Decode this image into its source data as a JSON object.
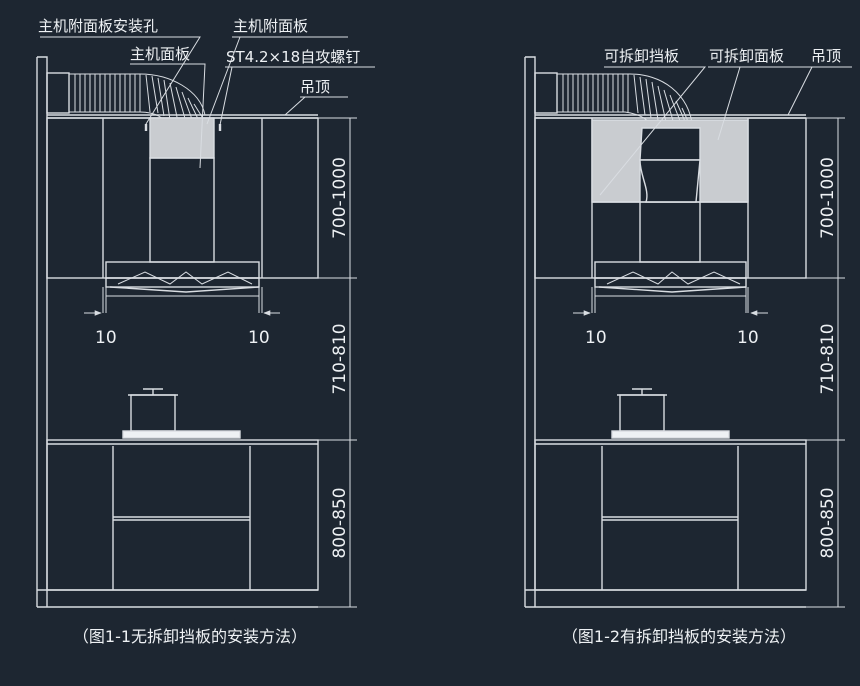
{
  "colors": {
    "background": "#1d2631",
    "line": "#d9dde2",
    "panel_fill": "#c9ccd0",
    "text": "#eef1f4"
  },
  "diagram1": {
    "labels": {
      "mount_hole": "主机附面板安装孔",
      "main_panel": "主机面板",
      "aux_panel": "主机附面板",
      "screw": "ST4.2×18自攻螺钉",
      "ceiling": "吊顶"
    },
    "dims": {
      "upper": "700-1000",
      "middle": "710-810",
      "lower": "800-850",
      "gap_left": "10",
      "gap_right": "10"
    },
    "caption": "（图1-1无拆卸挡板的安装方法）"
  },
  "diagram2": {
    "labels": {
      "baffle": "可拆卸挡板",
      "panel": "可拆卸面板",
      "ceiling": "吊顶"
    },
    "dims": {
      "upper": "700-1000",
      "middle": "710-810",
      "lower": "800-850",
      "gap_left": "10",
      "gap_right": "10"
    },
    "caption": "（图1-2有拆卸挡板的安装方法）"
  }
}
